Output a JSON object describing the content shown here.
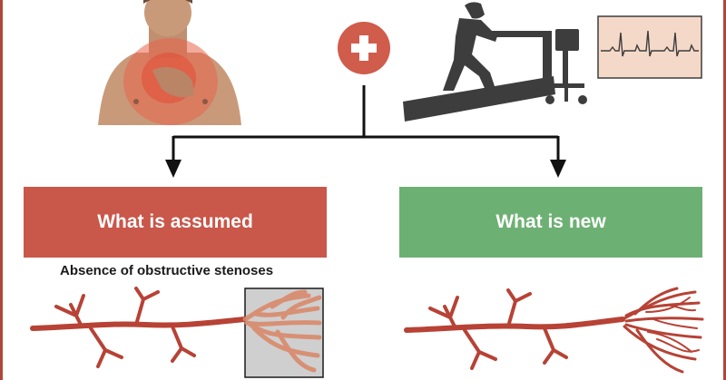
{
  "boxes": {
    "assumed": "What is assumed",
    "new": "What is new"
  },
  "subtitle": "Absence of obstructive stenoses",
  "icons": {
    "patient": "chest-pain-patient-icon",
    "plus": "plus-icon",
    "treadmill": "treadmill-stress-test-icon",
    "ecg": "ecg-monitor-icon"
  },
  "colors": {
    "red_box": "#c9574a",
    "green_box": "#6db073",
    "artery": "#b74235",
    "frame": "#b1453a",
    "ecg_bg": "#f5d9c8",
    "grey_box": "#cfcfcf"
  }
}
